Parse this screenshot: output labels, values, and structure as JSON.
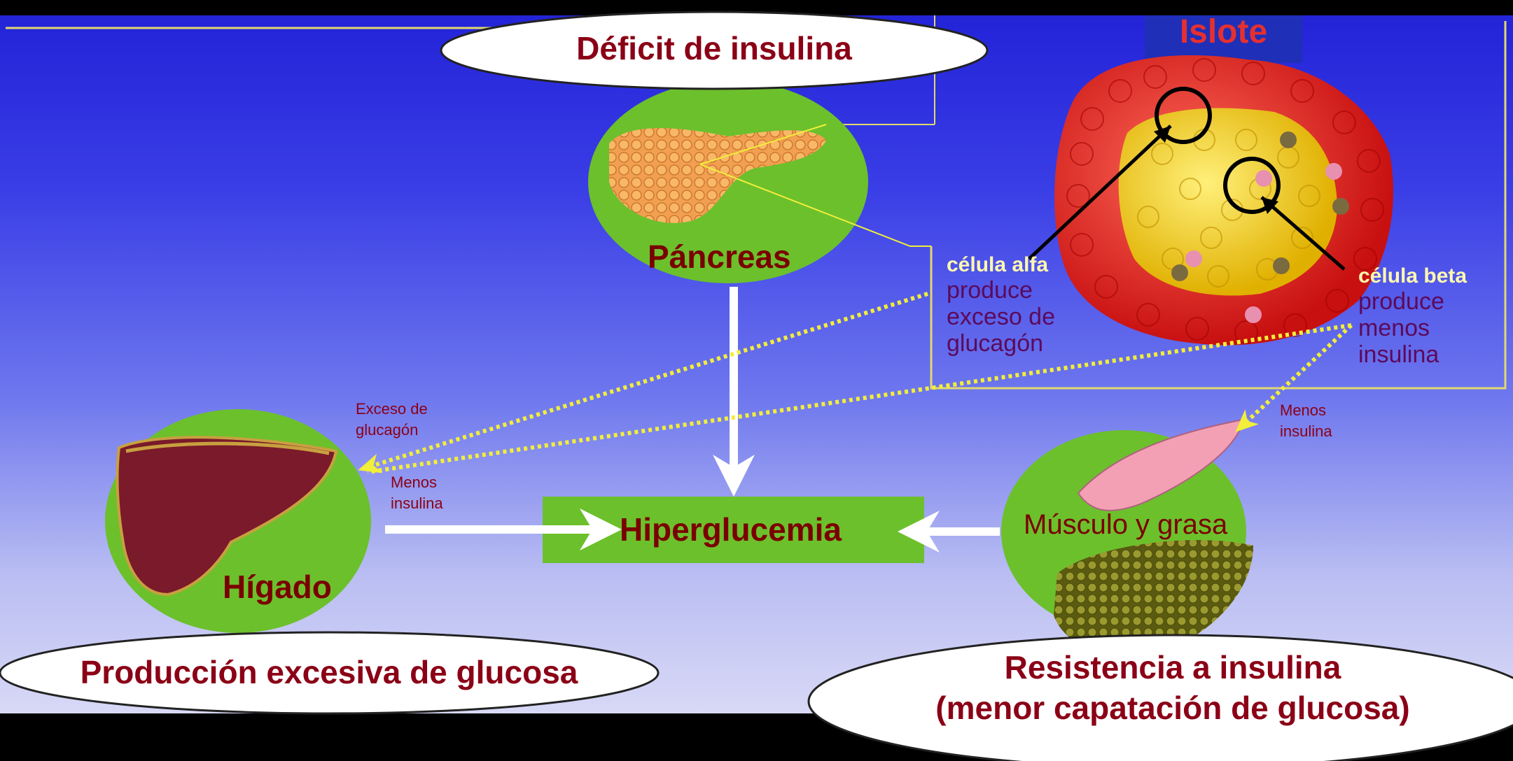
{
  "title_deficit": "Déficit de insulina",
  "islote_label": "Islote",
  "pancreas_label": "Páncreas",
  "hiperglucemia_label": "Hiperglucemia",
  "higado_label": "Hígado",
  "musculo_label": "Músculo y grasa",
  "alpha_cell": {
    "title": "célula alfa",
    "lines": [
      "produce",
      "exceso de",
      "glucagón"
    ]
  },
  "beta_cell": {
    "title": "célula beta",
    "lines": [
      "produce",
      "menos",
      "insulina"
    ]
  },
  "liver_annotations": {
    "exceso": [
      "Exceso de",
      "glucagón"
    ],
    "menos": [
      "Menos",
      "insulina"
    ]
  },
  "muscle_annotation": [
    "Menos",
    "insulina"
  ],
  "ellipse_liver": "Producción excesiva de glucosa",
  "ellipse_muscle": [
    "Resistencia a insulina",
    "(menor capatación de glucosa)"
  ],
  "colors": {
    "background_top": "#2323d8",
    "organ_circle": "#6cc02c",
    "title_text": "#8b0016",
    "arrow": "#ffffff",
    "dotted_arrow": "#f2ee3a"
  }
}
